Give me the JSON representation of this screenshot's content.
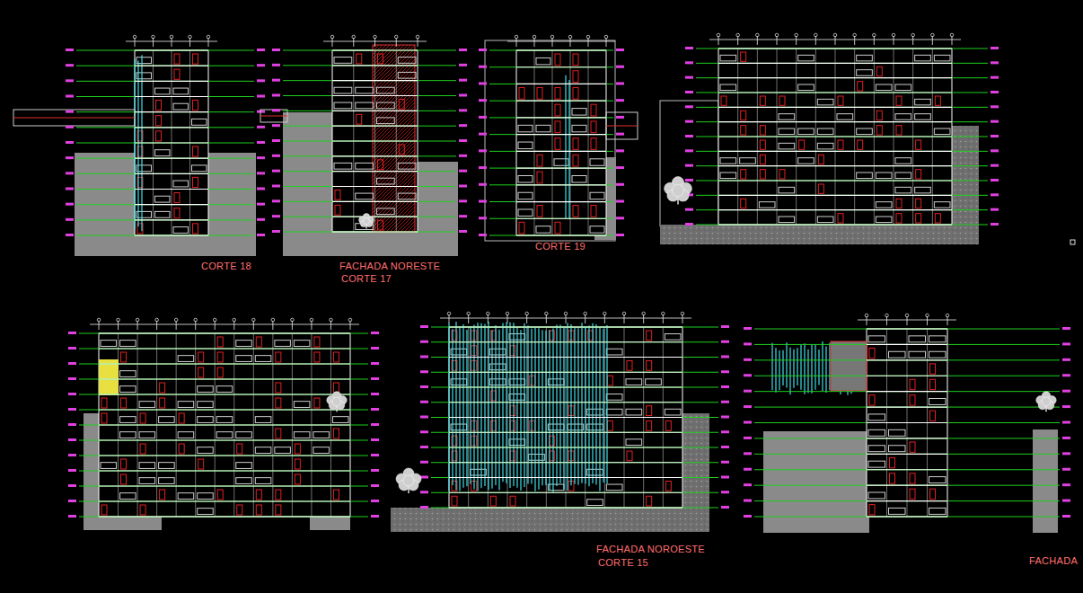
{
  "diagram": {
    "labels": [
      "CORTE 18",
      "FACHADA NORESTE",
      "CORTE 17",
      "CORTE 19",
      "FACHADA NOROESTE",
      "CORTE 15",
      "FACHADA"
    ]
  }
}
